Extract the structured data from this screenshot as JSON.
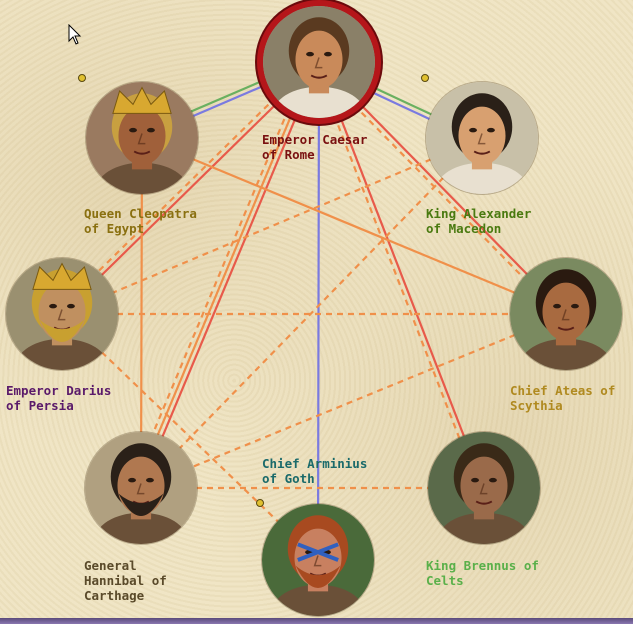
{
  "leaders": [
    {
      "id": "caesar",
      "name": "Emperor Caesar\nof Rome",
      "label_color": "#7a1010",
      "skin": "#c98a5a",
      "hair": "#5a3a20",
      "bg": "#8a8068",
      "selected": true,
      "icon": "caesar-portrait"
    },
    {
      "id": "cleopatra",
      "name": "Queen Cleopatra\nof Egypt",
      "label_color": "#8a7010",
      "skin": "#a0603a",
      "hair": "#c8a040",
      "bg": "#9a7a60",
      "icon": "cleopatra-portrait"
    },
    {
      "id": "alexander",
      "name": "King Alexander\nof Macedon",
      "label_color": "#4a7a10",
      "skin": "#d8a070",
      "hair": "#2a2018",
      "bg": "#c8c0a8",
      "icon": "alexander-portrait"
    },
    {
      "id": "darius",
      "name": "Emperor Darius\nof Persia",
      "label_color": "#5a1a6a",
      "skin": "#c09060",
      "hair": "#c8a030",
      "bg": "#9a9070",
      "icon": "darius-portrait"
    },
    {
      "id": "ateas",
      "name": "Chief Ateas of\nScythia",
      "label_color": "#b08a20",
      "skin": "#a86a40",
      "hair": "#2a1a10",
      "bg": "#7a8a60",
      "icon": "ateas-portrait"
    },
    {
      "id": "hannibal",
      "name": "General\nHannibal of\nCarthage",
      "label_color": "#5a4a2a",
      "skin": "#b07850",
      "hair": "#2a2018",
      "bg": "#b0a080",
      "icon": "hannibal-portrait"
    },
    {
      "id": "arminius",
      "name": "Chief Arminius\nof Goth",
      "label_color": "#1a6a6a",
      "skin": "#c88060",
      "hair": "#a84a20",
      "bg": "#4a6a3a",
      "icon": "arminius-portrait"
    },
    {
      "id": "brennus",
      "name": "King Brennus of\nCelts",
      "label_color": "#5ab04a",
      "skin": "#9a6a4a",
      "hair": "#3a2a18",
      "bg": "#5a6a4a",
      "icon": "brennus-portrait"
    }
  ],
  "relation_colors": {
    "red": "#e85a4a",
    "orange": "#f0904a",
    "blue": "#7a7ae0",
    "green": "#6ab060"
  },
  "relations": [
    {
      "from": "caesar",
      "to": "cleopatra",
      "style": "blue-solid"
    },
    {
      "from": "caesar",
      "to": "cleopatra",
      "style": "green-solid"
    },
    {
      "from": "caesar",
      "to": "alexander",
      "style": "green-solid"
    },
    {
      "from": "caesar",
      "to": "alexander",
      "style": "blue-solid"
    },
    {
      "from": "caesar",
      "to": "darius",
      "style": "red-solid"
    },
    {
      "from": "caesar",
      "to": "ateas",
      "style": "red-solid"
    },
    {
      "from": "caesar",
      "to": "hannibal",
      "style": "red-solid"
    },
    {
      "from": "caesar",
      "to": "hannibal",
      "style": "orange-solid"
    },
    {
      "from": "caesar",
      "to": "hannibal",
      "style": "orange-dashed"
    },
    {
      "from": "caesar",
      "to": "arminius",
      "style": "blue-solid"
    },
    {
      "from": "caesar",
      "to": "brennus",
      "style": "red-solid"
    },
    {
      "from": "cleopatra",
      "to": "hannibal",
      "style": "orange-solid"
    },
    {
      "from": "cleopatra",
      "to": "ateas",
      "style": "orange-solid"
    },
    {
      "from": "alexander",
      "to": "darius",
      "style": "orange-dashed"
    },
    {
      "from": "alexander",
      "to": "hannibal",
      "style": "orange-dashed"
    },
    {
      "from": "darius",
      "to": "ateas",
      "style": "orange-dashed"
    },
    {
      "from": "darius",
      "to": "arminius",
      "style": "orange-dashed"
    },
    {
      "from": "ateas",
      "to": "hannibal",
      "style": "orange-dashed"
    },
    {
      "from": "hannibal",
      "to": "brennus",
      "style": "orange-dashed"
    },
    {
      "from": "caesar",
      "to": "darius",
      "style": "orange-dashed"
    },
    {
      "from": "caesar",
      "to": "ateas",
      "style": "orange-dashed"
    },
    {
      "from": "caesar",
      "to": "brennus",
      "style": "orange-dashed"
    }
  ],
  "markers": [
    {
      "near": "cleopatra"
    },
    {
      "near": "alexander"
    },
    {
      "near": "arminius"
    }
  ],
  "bottom_bar_color": "#8a78b0"
}
